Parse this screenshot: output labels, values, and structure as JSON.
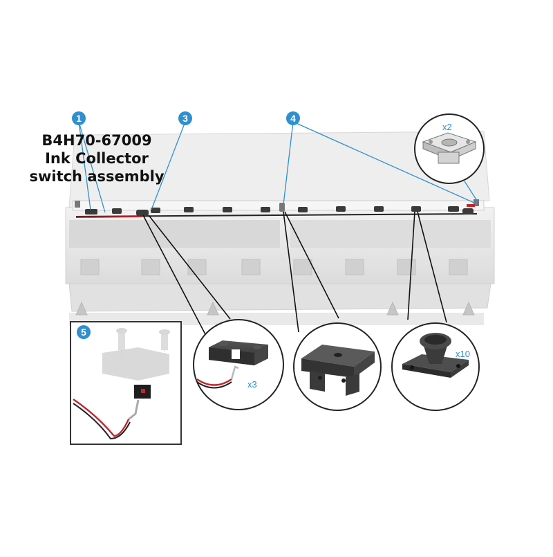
{
  "part": {
    "number": "B4H70-67009",
    "name_line1": "Ink Collector",
    "name_line2": "switch assembly"
  },
  "callouts": [
    {
      "id": "1",
      "label": "1"
    },
    {
      "id": "3",
      "label": "3"
    },
    {
      "id": "4",
      "label": "4"
    },
    {
      "id": "5",
      "label": "5"
    }
  ],
  "quantities": {
    "top_right_detail": "x2",
    "bracket_detail": "x3",
    "roller_detail": "x10"
  },
  "colors": {
    "callout_blue": "#2f8fcf",
    "printer_gray": "#e4e4e4",
    "part_dark": "#3a3a3a",
    "cable_red": "#c0262c"
  }
}
